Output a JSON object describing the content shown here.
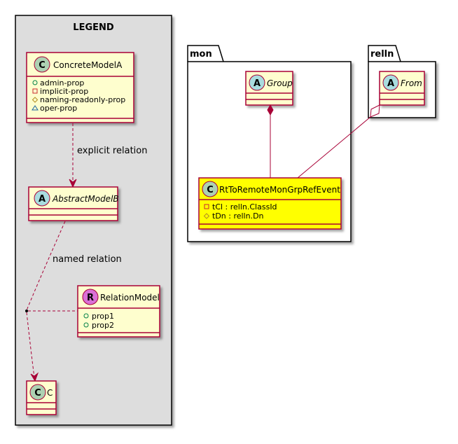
{
  "legend": {
    "title": "LEGEND",
    "concrete_model": {
      "stereotype_letter": "C",
      "name": "ConcreteModelA",
      "props": [
        {
          "visibility": "public",
          "text": "admin-prop"
        },
        {
          "visibility": "private",
          "text": "implicit-prop"
        },
        {
          "visibility": "protected",
          "text": "naming-readonly-prop"
        },
        {
          "visibility": "package",
          "text": "oper-prop"
        }
      ]
    },
    "explicit_relation_label": "explicit relation",
    "abstract_model": {
      "stereotype_letter": "A",
      "name": "AbstractModelB"
    },
    "named_relation_label": "named relation",
    "relation_model": {
      "stereotype_letter": "R",
      "name": "RelationModel",
      "props": [
        {
          "visibility": "public",
          "text": "prop1"
        },
        {
          "visibility": "public",
          "text": "prop2"
        }
      ]
    },
    "class_c": {
      "stereotype_letter": "C",
      "name": "C"
    }
  },
  "packages": {
    "mon": {
      "name": "mon",
      "group": {
        "stereotype_letter": "A",
        "name": "Group"
      },
      "event": {
        "stereotype_letter": "C",
        "name": "RtToRemoteMonGrpRefEvent",
        "attrs": [
          {
            "visibility": "private",
            "text": "tCl : relln.ClassId"
          },
          {
            "visibility": "protected",
            "text": "tDn : relln.Dn"
          }
        ]
      }
    },
    "relln": {
      "name": "relln",
      "from": {
        "stereotype_letter": "A",
        "name": "From"
      }
    }
  },
  "colors": {
    "class_fill": "#FEFECE",
    "class_border": "#A80036",
    "event_fill": "#FFFF00",
    "legend_bg": "#DDDDDD",
    "badge_class": "#ADD1B2",
    "badge_abstract": "#A9DCDF",
    "badge_relation": "#DA70D6",
    "link": "#A80036"
  }
}
